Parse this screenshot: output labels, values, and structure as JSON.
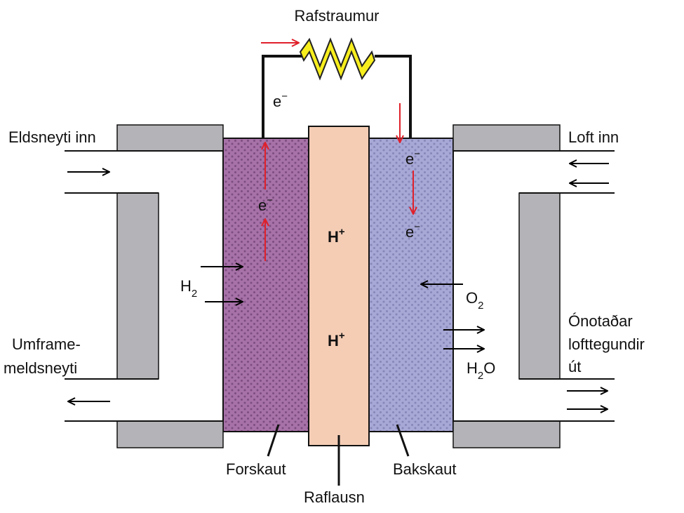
{
  "labels": {
    "current": "Rafstraumur",
    "fuel_in": "Eldsneyti inn",
    "air_in": "Loft inn",
    "excess_fuel_line1": "Umframe-",
    "excess_fuel_line2": "meldsneyti",
    "unused_gas_line1": "Ónotaðar",
    "unused_gas_line2": "lofttegundir",
    "unused_gas_line3": "út",
    "anode": "Forskaut",
    "electrolyte": "Raflausn",
    "cathode": "Bakskaut"
  },
  "species": {
    "electron": "e",
    "electron_charge": "−",
    "hydrogen_ion": "H",
    "hydrogen_ion_charge": "+",
    "hydrogen": "H",
    "hydrogen_sub": "2",
    "oxygen": "O",
    "oxygen_sub": "2",
    "water_a": "H",
    "water_sub": "2",
    "water_b": "O"
  },
  "colors": {
    "anode_fill": "#a772a8",
    "electrolyte_fill": "#f5cdb5",
    "cathode_fill": "#a8a8d6",
    "plate_fill": "#b4b4b8",
    "resistor_fill": "#f7ee1d",
    "electron_arrow": "#e0202a",
    "flow_arrow": "#000000"
  }
}
